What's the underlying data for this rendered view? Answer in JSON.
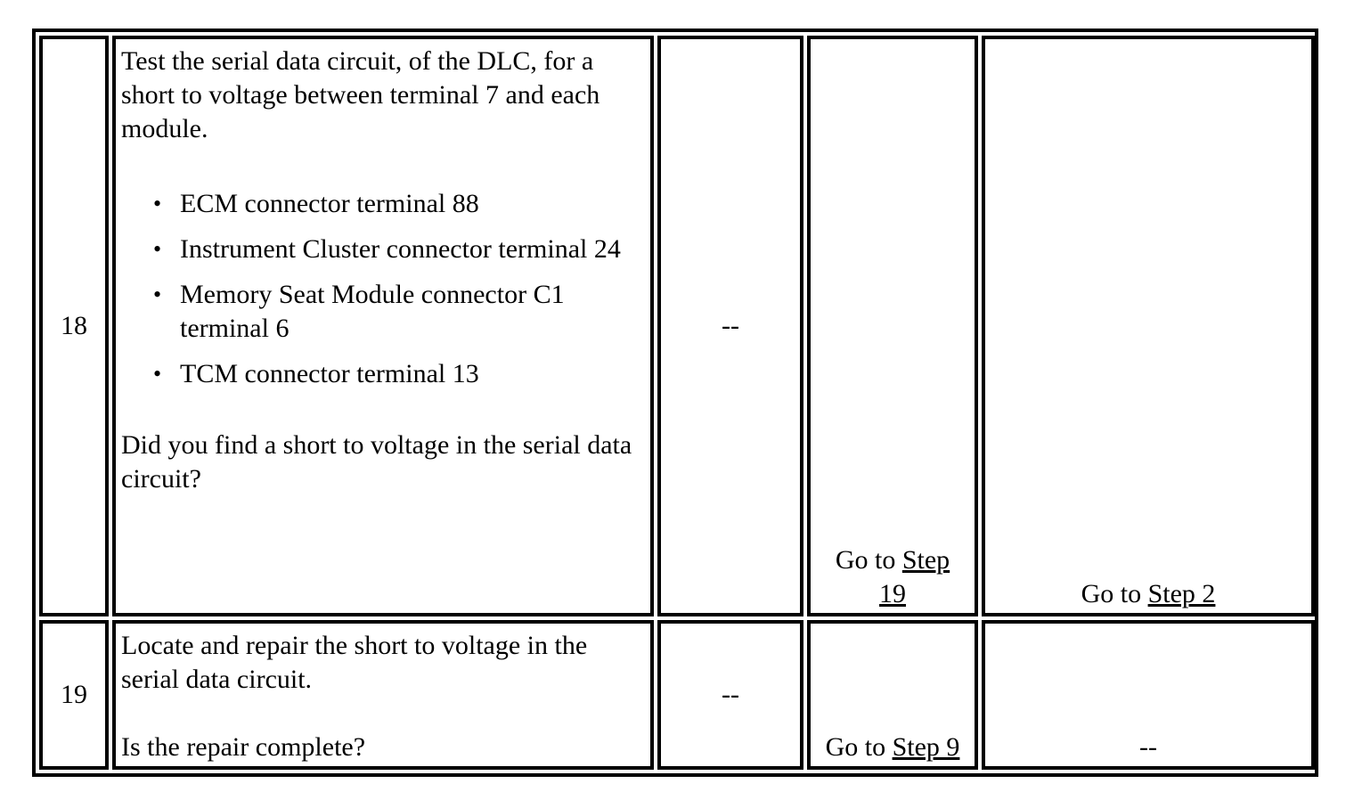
{
  "rows": [
    {
      "step": "18",
      "description": "Test the serial data circuit, of the DLC, for a short to voltage between terminal 7 and each module.",
      "bullets": [
        "ECM connector terminal 88",
        "Instrument Cluster connector terminal 24",
        "Memory Seat Module connector C1 terminal 6",
        "TCM connector terminal 13"
      ],
      "question": "Did you find a short to voltage in the serial data circuit?",
      "value": "--",
      "yes_prefix": "Go to ",
      "yes_link": "Step 19",
      "no_prefix": "Go to ",
      "no_link": "Step 2"
    },
    {
      "step": "19",
      "description": "Locate and repair the short to voltage in the serial data circuit.",
      "question": "Is the repair complete?",
      "value": "--",
      "yes_prefix": "Go to ",
      "yes_link": "Step 9",
      "no_text": "--"
    }
  ]
}
